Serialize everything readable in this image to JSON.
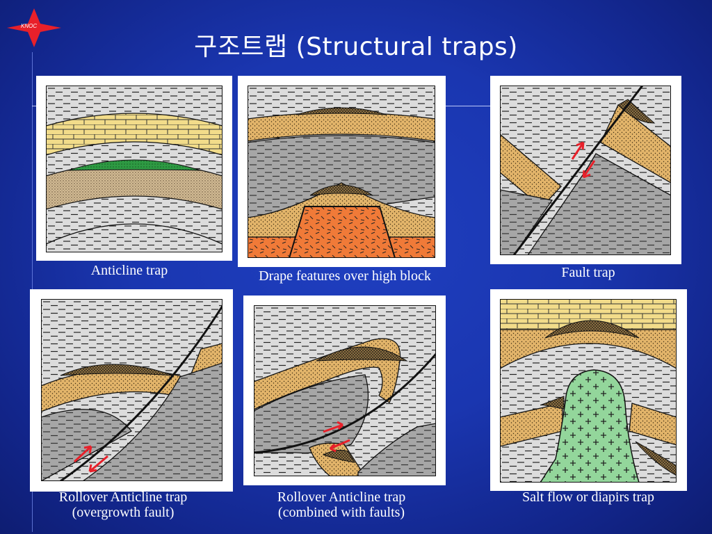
{
  "logo": {
    "text": "KNOC",
    "color": "#e8202a"
  },
  "title": "구조트랩 (Structural traps)",
  "colors": {
    "background": "#1a36b0",
    "shale": "#d9d9d9",
    "limestone": "#f2dc8a",
    "sandstone": "#e3b56b",
    "gas_cap": "#a38451",
    "oil": "#2e9a43",
    "reservoir": "#cdb891",
    "basement": "#f07a38",
    "gray_unit": "#a8a8a8",
    "salt": "#93d69b",
    "fault_arrow": "#e8202a"
  },
  "panels": [
    {
      "id": "anticline",
      "caption": [
        "Anticline trap"
      ]
    },
    {
      "id": "drape",
      "caption": [
        "Drape features over high block"
      ]
    },
    {
      "id": "fault",
      "caption": [
        "Fault trap"
      ]
    },
    {
      "id": "rollover-growth",
      "caption": [
        "Rollover Anticline trap",
        "(overgrowth fault)"
      ]
    },
    {
      "id": "rollover-faults",
      "caption": [
        "Rollover Anticline trap",
        "(combined with faults)"
      ]
    },
    {
      "id": "salt",
      "caption": [
        "Salt flow or diapirs trap"
      ]
    }
  ]
}
